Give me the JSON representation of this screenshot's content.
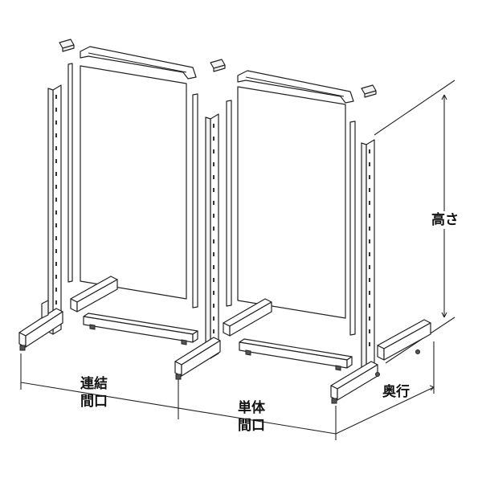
{
  "labels": {
    "link_width_line1": "連結",
    "link_width_line2": "間口",
    "single_width_line1": "単体",
    "single_width_line2": "間口",
    "depth": "奥行",
    "height": "高さ"
  }
}
